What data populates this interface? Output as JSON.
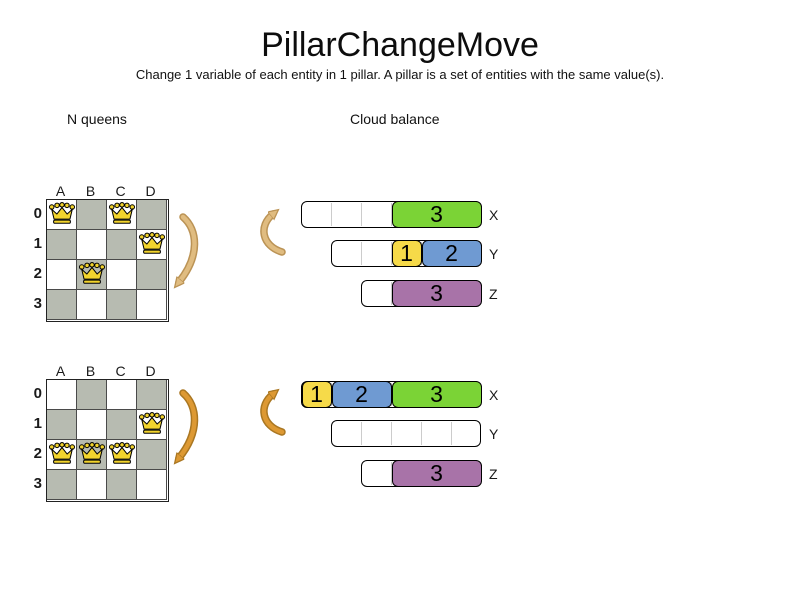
{
  "title": "PillarChangeMove",
  "subtitle": "Change 1 variable of each entity in 1 pillar. A pillar is a set of entities with the same value(s).",
  "left_section": {
    "label": "N queens"
  },
  "right_section": {
    "label": "Cloud balance"
  },
  "colors": {
    "green": "#7bd336",
    "yellow": "#f6da49",
    "blue": "#6f9ad2",
    "purple": "#a873a8",
    "board_gray": "#b7bbb1",
    "queen_fill": "#f2d42e",
    "arrow_light_fill": "#e0bc80",
    "arrow_light_edge": "#bb9355",
    "arrow_dark_fill": "#dd9933",
    "arrow_dark_edge": "#aa7722"
  },
  "boards": [
    {
      "name": "nqueens-before",
      "columns": [
        "A",
        "B",
        "C",
        "D"
      ],
      "rows": [
        "0",
        "1",
        "2",
        "3"
      ],
      "queens": [
        {
          "row": 0,
          "col": 0
        },
        {
          "row": 0,
          "col": 2
        },
        {
          "row": 1,
          "col": 3
        },
        {
          "row": 2,
          "col": 1
        }
      ]
    },
    {
      "name": "nqueens-after",
      "columns": [
        "A",
        "B",
        "C",
        "D"
      ],
      "rows": [
        "0",
        "1",
        "2",
        "3"
      ],
      "queens": [
        {
          "row": 1,
          "col": 3
        },
        {
          "row": 2,
          "col": 0
        },
        {
          "row": 2,
          "col": 1
        },
        {
          "row": 2,
          "col": 2
        }
      ]
    }
  ],
  "cloud_states": [
    {
      "name": "cloud-before",
      "computers": [
        {
          "label": "X",
          "capacity": 6,
          "processes": [
            {
              "value": "3",
              "size": 3,
              "color": "green"
            }
          ]
        },
        {
          "label": "Y",
          "capacity": 5,
          "processes": [
            {
              "value": "1",
              "size": 1,
              "color": "yellow"
            },
            {
              "value": "2",
              "size": 2,
              "color": "blue"
            }
          ]
        },
        {
          "label": "Z",
          "capacity": 4,
          "processes": [
            {
              "value": "3",
              "size": 3,
              "color": "purple"
            }
          ]
        }
      ]
    },
    {
      "name": "cloud-after",
      "computers": [
        {
          "label": "X",
          "capacity": 6,
          "processes": [
            {
              "value": "1",
              "size": 1,
              "color": "yellow"
            },
            {
              "value": "2",
              "size": 2,
              "color": "blue"
            },
            {
              "value": "3",
              "size": 3,
              "color": "green"
            }
          ]
        },
        {
          "label": "Y",
          "capacity": 5,
          "processes": []
        },
        {
          "label": "Z",
          "capacity": 4,
          "processes": [
            {
              "value": "3",
              "size": 3,
              "color": "purple"
            }
          ]
        }
      ]
    }
  ]
}
